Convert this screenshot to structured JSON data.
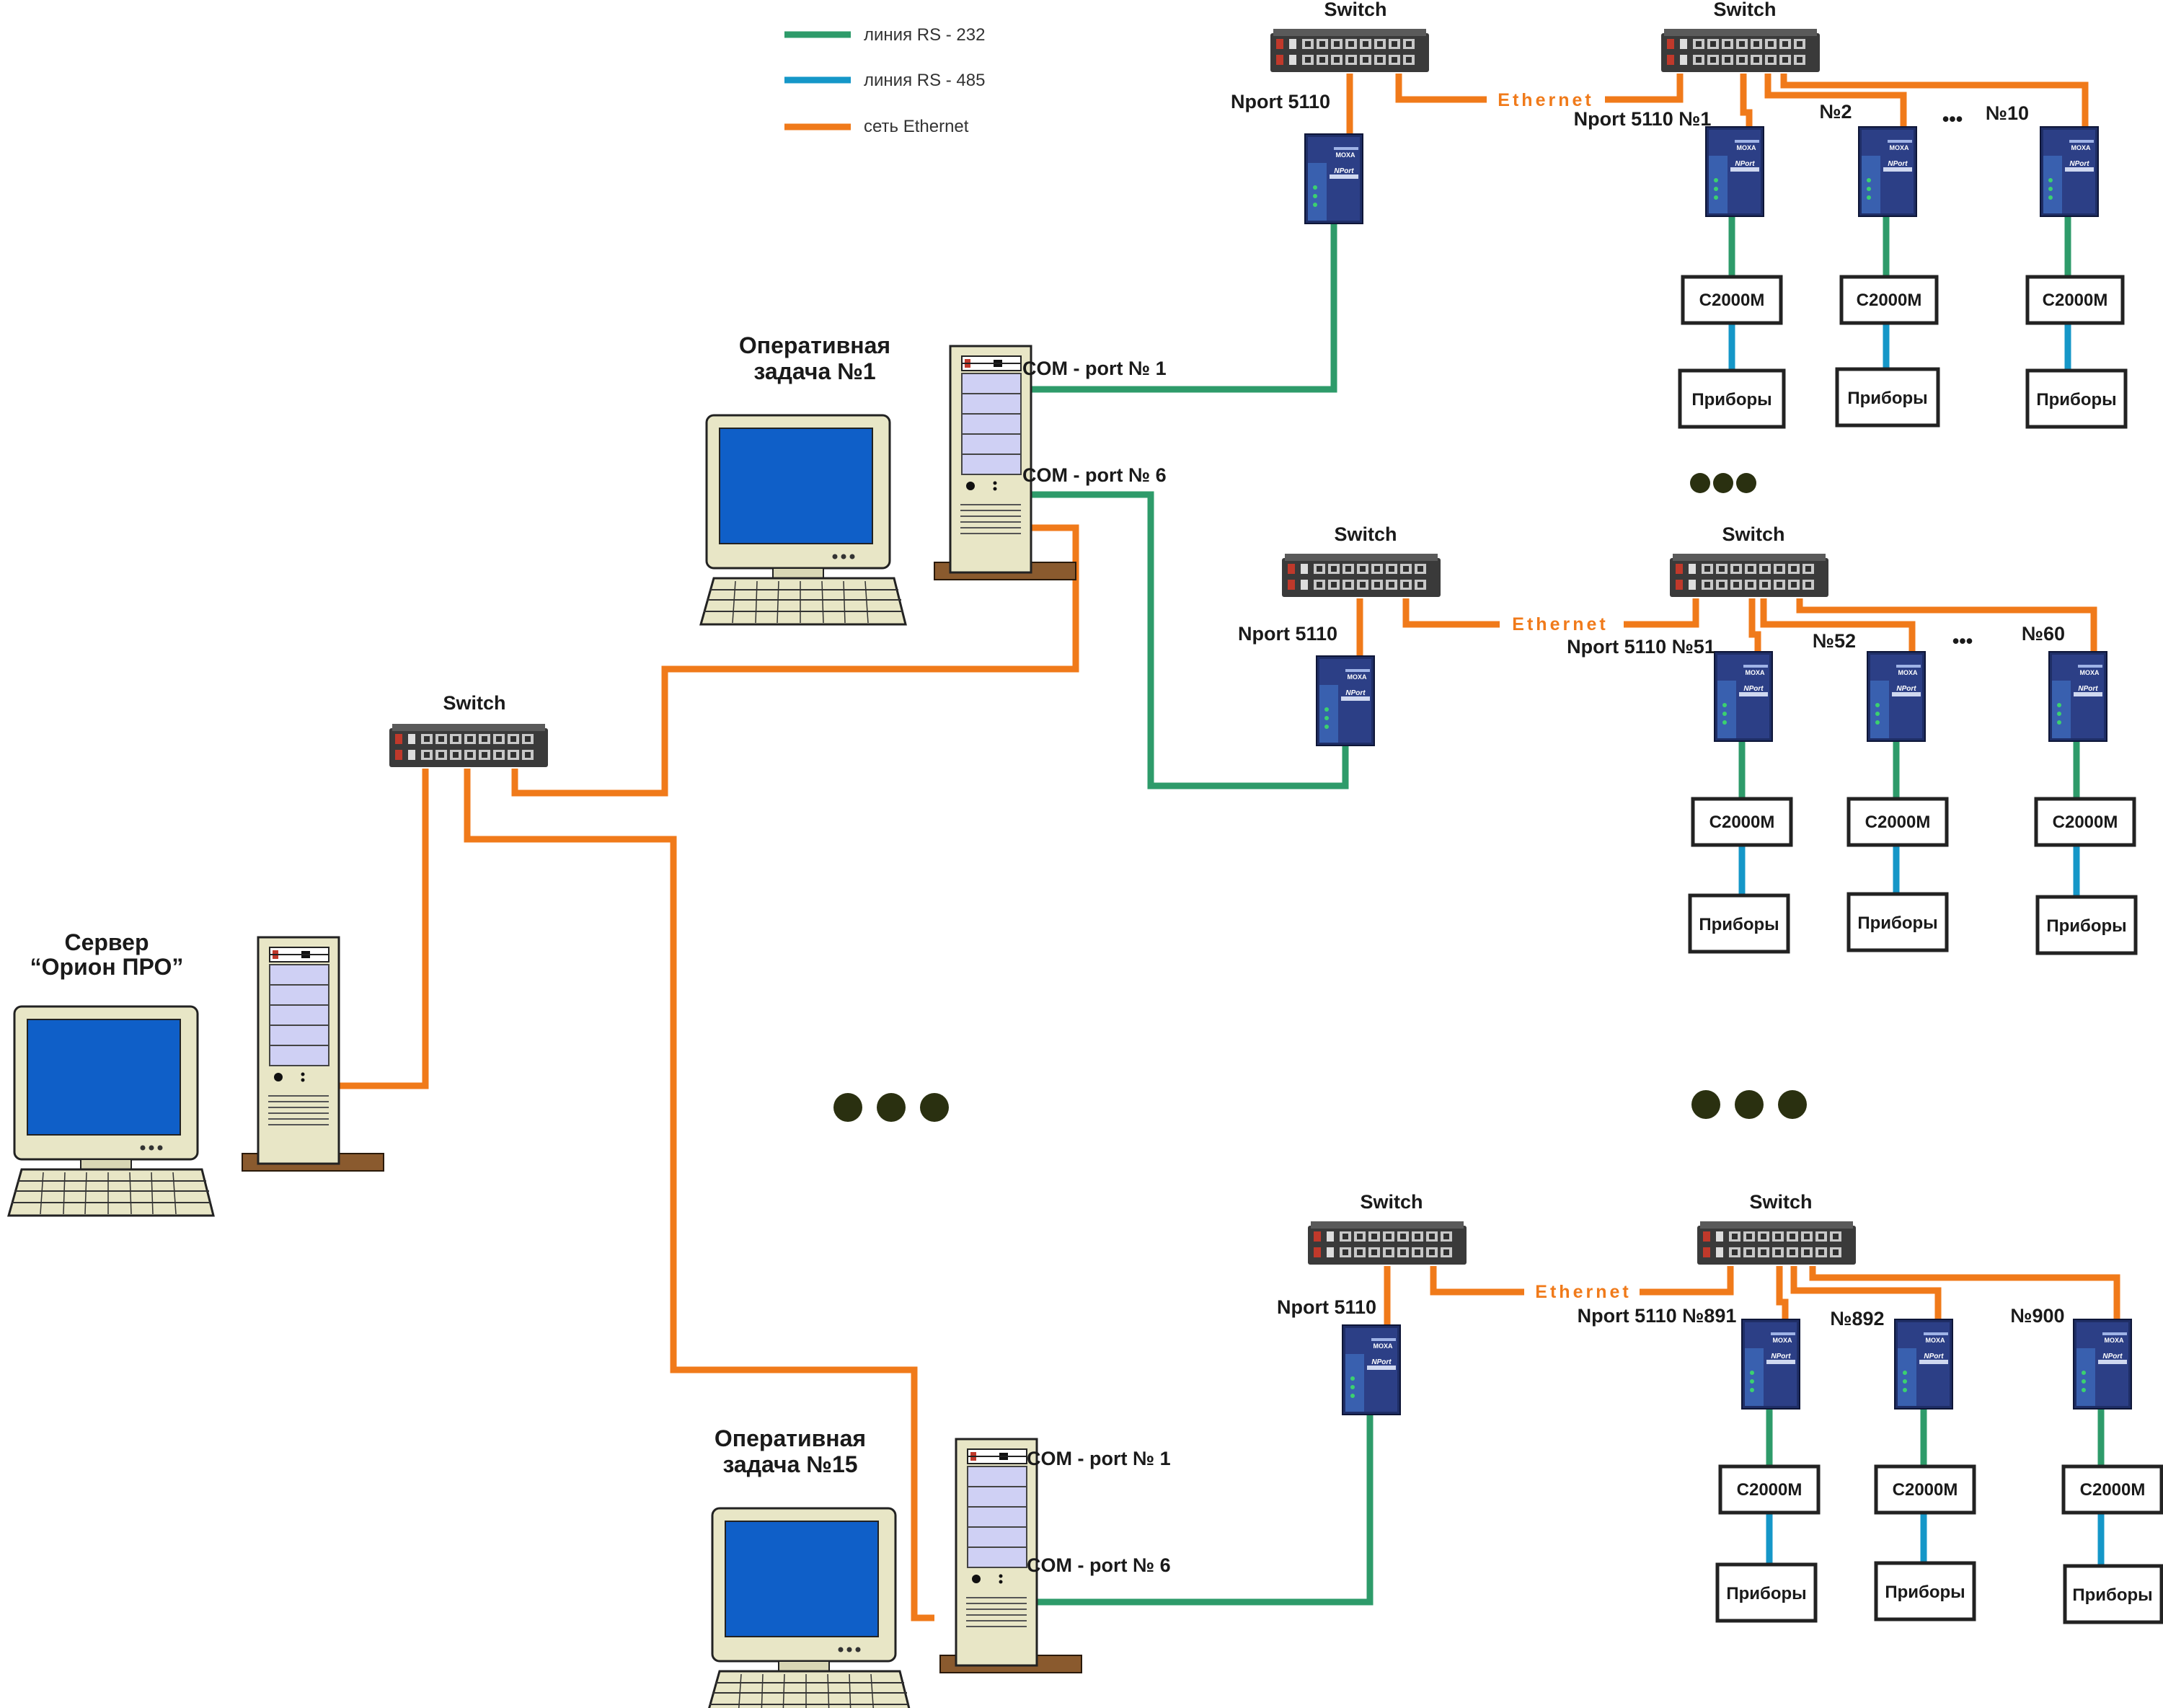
{
  "colors": {
    "rs232": "#2e9b6a",
    "rs485": "#1597c8",
    "ethernet": "#f07a1a"
  },
  "legend": {
    "rs232": "линия RS - 232",
    "rs485": "линия RS - 485",
    "ethernet": "сеть Ethernet"
  },
  "labels": {
    "switch": "Switch",
    "ethernet": "Ethernet",
    "nport": "Nport 5110",
    "c2000m": "C2000M",
    "devices": "Приборы",
    "moxa": "MOXA",
    "nport_brand": "NPort",
    "ellipsis": "•••"
  },
  "server": {
    "line1": "Сервер",
    "line2": "“Орион ПРО”"
  },
  "task1": {
    "line1": "Оперативная",
    "line2": "задача №1",
    "com1": "COM - port № 1",
    "com6": "COM - port № 6"
  },
  "task15": {
    "line1": "Оперативная",
    "line2": "задача №15",
    "com1": "COM - port № 1",
    "com6": "COM - port № 6"
  },
  "group1": {
    "first": "Nport 5110 №1",
    "second": "№2",
    "last": "№10"
  },
  "group2": {
    "first": "Nport 5110 №51",
    "second": "№52",
    "last": "№60"
  },
  "group3": {
    "first": "Nport 5110 №891",
    "second": "№892",
    "last": "№900"
  }
}
